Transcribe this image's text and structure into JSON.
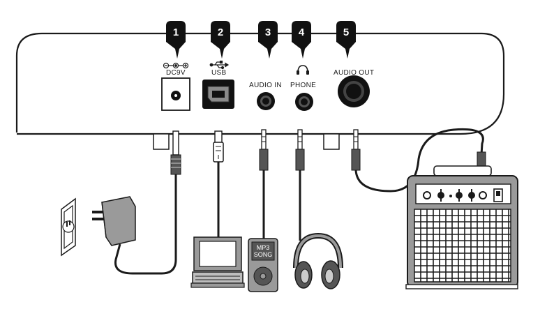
{
  "ports": [
    {
      "number": "1",
      "label": "DC9V",
      "symbol": "dc-polarity-icon"
    },
    {
      "number": "2",
      "label": "USB",
      "symbol": "usb-icon"
    },
    {
      "number": "3",
      "label": "AUDIO IN"
    },
    {
      "number": "4",
      "label": "PHONE",
      "symbol": "headphone-icon"
    },
    {
      "number": "5",
      "label": "AUDIO OUT"
    }
  ],
  "devices": {
    "mp3_player": {
      "line1": "MP3",
      "line2": "SONG"
    }
  },
  "colors": {
    "outline": "#1a1a1a",
    "badge": "#111111",
    "device_gray": "#9a9a9a"
  }
}
